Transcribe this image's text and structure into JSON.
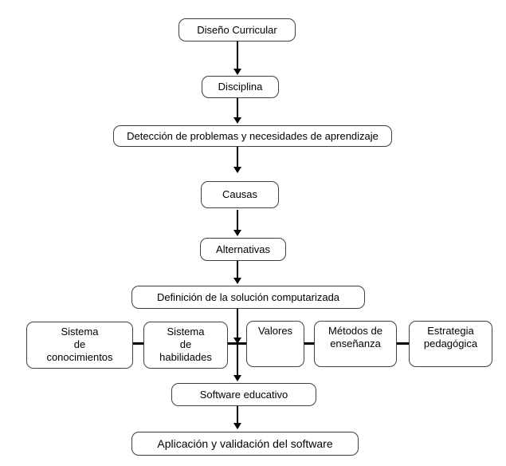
{
  "diagram": {
    "colors": {
      "background": "#ffffff",
      "node_fill": "#ffffff",
      "node_border": "#404040",
      "line": "#000000",
      "text": "#000000"
    },
    "nodes": {
      "diseno_curricular": {
        "label": "Diseño Curricular"
      },
      "disciplina": {
        "label": "Disciplina"
      },
      "deteccion": {
        "label": "Detección de problemas y necesidades de aprendizaje"
      },
      "causas": {
        "label": "Causas"
      },
      "alternativas": {
        "label": "Alternativas"
      },
      "definicion": {
        "label": "Definición de la solución computarizada"
      },
      "sistema_conocimientos": {
        "label": "Sistema\nde\nconocimientos"
      },
      "sistema_habilidades": {
        "label": "Sistema\nde\nhabilidades"
      },
      "valores": {
        "label": "Valores"
      },
      "metodos_ensenanza": {
        "label": "Métodos de\nenseñanza"
      },
      "estrategia_pedagogica": {
        "label": "Estrategia\npedagógica"
      },
      "software_educativo": {
        "label": "Software educativo"
      },
      "aplicacion_validacion": {
        "label": "Aplicación y validación del software"
      }
    },
    "edges": [
      {
        "from": "diseno_curricular",
        "to": "disciplina",
        "type": "arrow"
      },
      {
        "from": "disciplina",
        "to": "deteccion",
        "type": "arrow"
      },
      {
        "from": "deteccion",
        "to": "causas",
        "type": "arrow"
      },
      {
        "from": "causas",
        "to": "alternativas",
        "type": "arrow"
      },
      {
        "from": "alternativas",
        "to": "definicion",
        "type": "arrow"
      },
      {
        "from": "definicion",
        "to": "software_educativo",
        "type": "arrow"
      },
      {
        "from": "software_educativo",
        "to": "aplicacion_validacion",
        "type": "arrow"
      },
      {
        "from": "sistema_conocimientos",
        "to": "sistema_habilidades",
        "type": "line"
      },
      {
        "from": "sistema_habilidades",
        "to": "valores",
        "type": "line"
      },
      {
        "from": "valores",
        "to": "metodos_ensenanza",
        "type": "line"
      },
      {
        "from": "metodos_ensenanza",
        "to": "estrategia_pedagogica",
        "type": "line"
      }
    ]
  }
}
